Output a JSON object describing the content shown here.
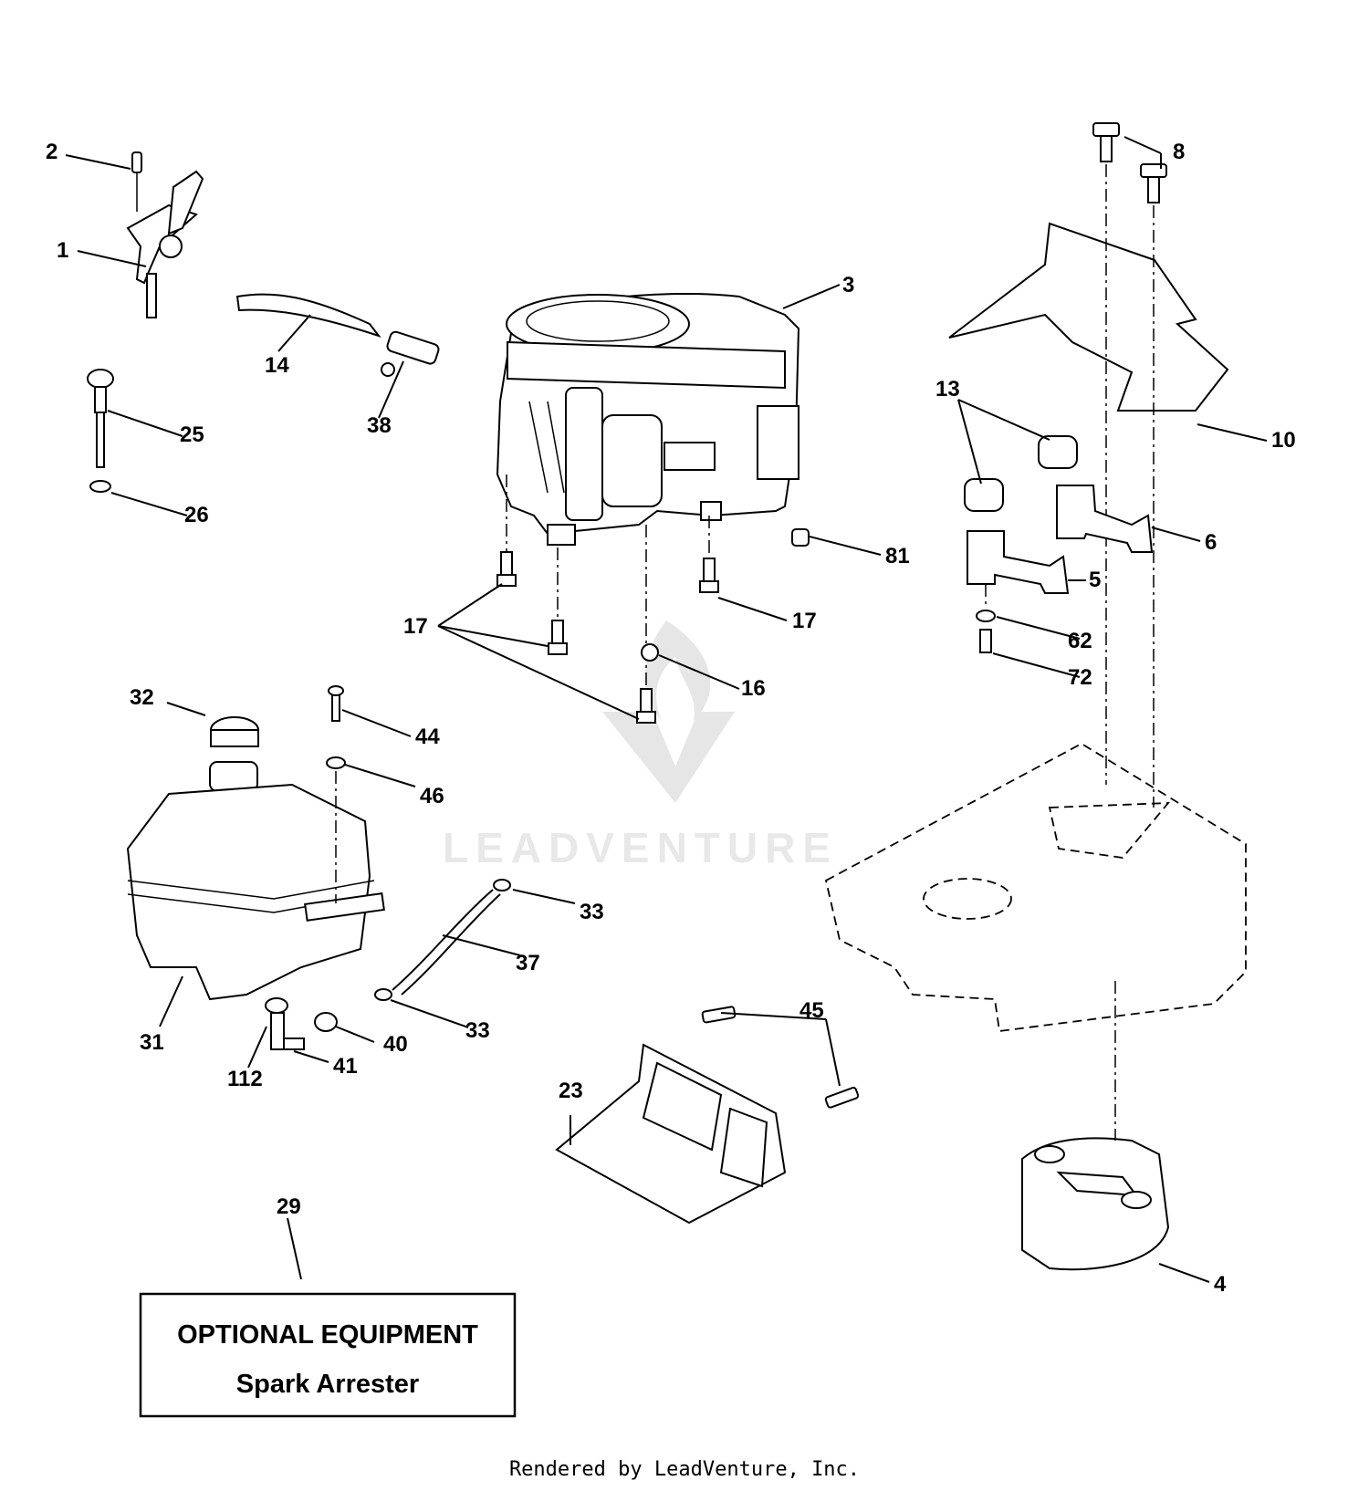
{
  "callouts": {
    "c1": "1",
    "c2": "2",
    "c3": "3",
    "c4": "4",
    "c5": "5",
    "c6": "6",
    "c8": "8",
    "c10": "10",
    "c13": "13",
    "c14": "14",
    "c16": "16",
    "c17a": "17",
    "c17b": "17",
    "c23": "23",
    "c25": "25",
    "c26": "26",
    "c29": "29",
    "c31": "31",
    "c32": "32",
    "c33a": "33",
    "c33b": "33",
    "c37": "37",
    "c38": "38",
    "c40": "40",
    "c41": "41",
    "c44": "44",
    "c45": "45",
    "c46": "46",
    "c62": "62",
    "c72": "72",
    "c81": "81",
    "c112": "112"
  },
  "optional_box": {
    "line1": "OPTIONAL EQUIPMENT",
    "line2": "Spark Arrester"
  },
  "watermark": "LEADVENTURE",
  "footer": "Rendered by LeadVenture, Inc."
}
